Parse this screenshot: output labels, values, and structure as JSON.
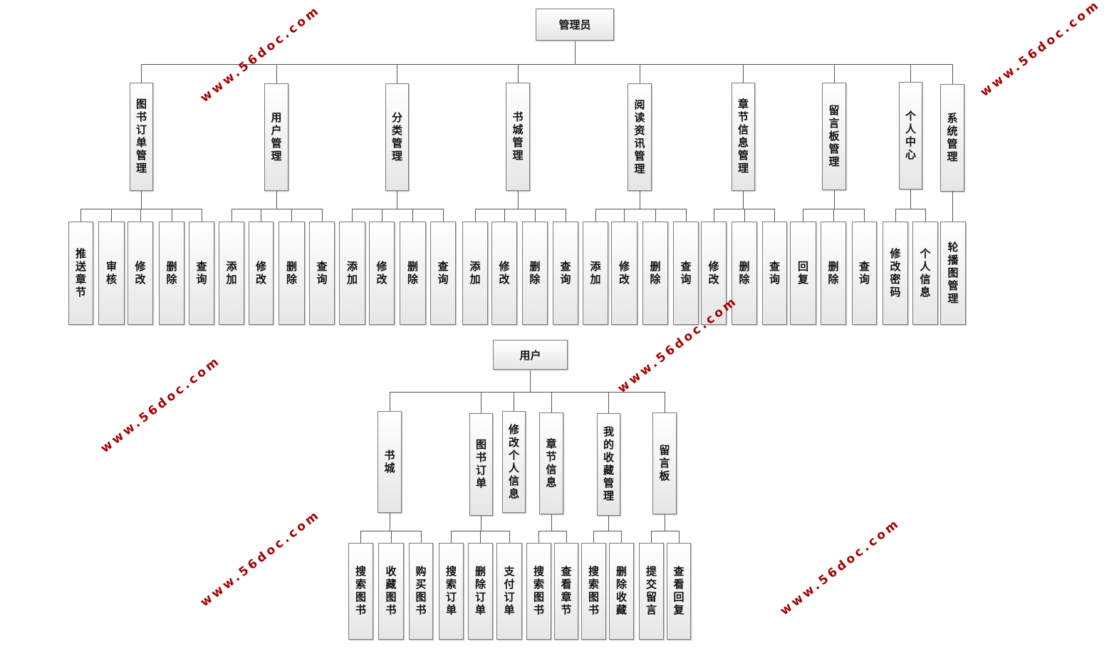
{
  "admin_tree": {
    "root": "管理员",
    "children": [
      {
        "label": "图书订单管理",
        "children": [
          "推送章节",
          "审核",
          "修改",
          "删除",
          "查询"
        ]
      },
      {
        "label": "用户管理",
        "children": [
          "添加",
          "修改",
          "删除",
          "查询"
        ]
      },
      {
        "label": "分类管理",
        "children": [
          "添加",
          "修改",
          "删除",
          "查询"
        ]
      },
      {
        "label": "书城管理",
        "children": [
          "添加",
          "修改",
          "删除",
          "查询"
        ]
      },
      {
        "label": "阅读资讯管理",
        "children": [
          "添加",
          "修改",
          "删除",
          "查询"
        ]
      },
      {
        "label": "章节信息管理",
        "children": [
          "修改",
          "删除",
          "查询"
        ]
      },
      {
        "label": "留言板管理",
        "children": [
          "回复",
          "删除",
          "查询"
        ]
      },
      {
        "label": "个人中心",
        "children": [
          "修改密码",
          "个人信息"
        ]
      },
      {
        "label": "系统管理",
        "children": [
          "轮播图管理"
        ]
      }
    ]
  },
  "user_tree": {
    "root": "用户",
    "children": [
      {
        "label": "书城",
        "children": [
          "搜索图书",
          "收藏图书",
          "购买图书"
        ]
      },
      {
        "label": "图书订单",
        "children": [
          "搜索订单",
          "删除订单",
          "支付订单"
        ]
      },
      {
        "label": "修改个人信息",
        "children": []
      },
      {
        "label": "章节信息",
        "children": [
          "搜索图书",
          "查看章节"
        ]
      },
      {
        "label": "我的收藏管理",
        "children": [
          "搜索图书",
          "删除收藏"
        ]
      },
      {
        "label": "留言板",
        "children": [
          "提交留言",
          "查看回复"
        ]
      }
    ]
  },
  "watermark": "www.56doc.com"
}
